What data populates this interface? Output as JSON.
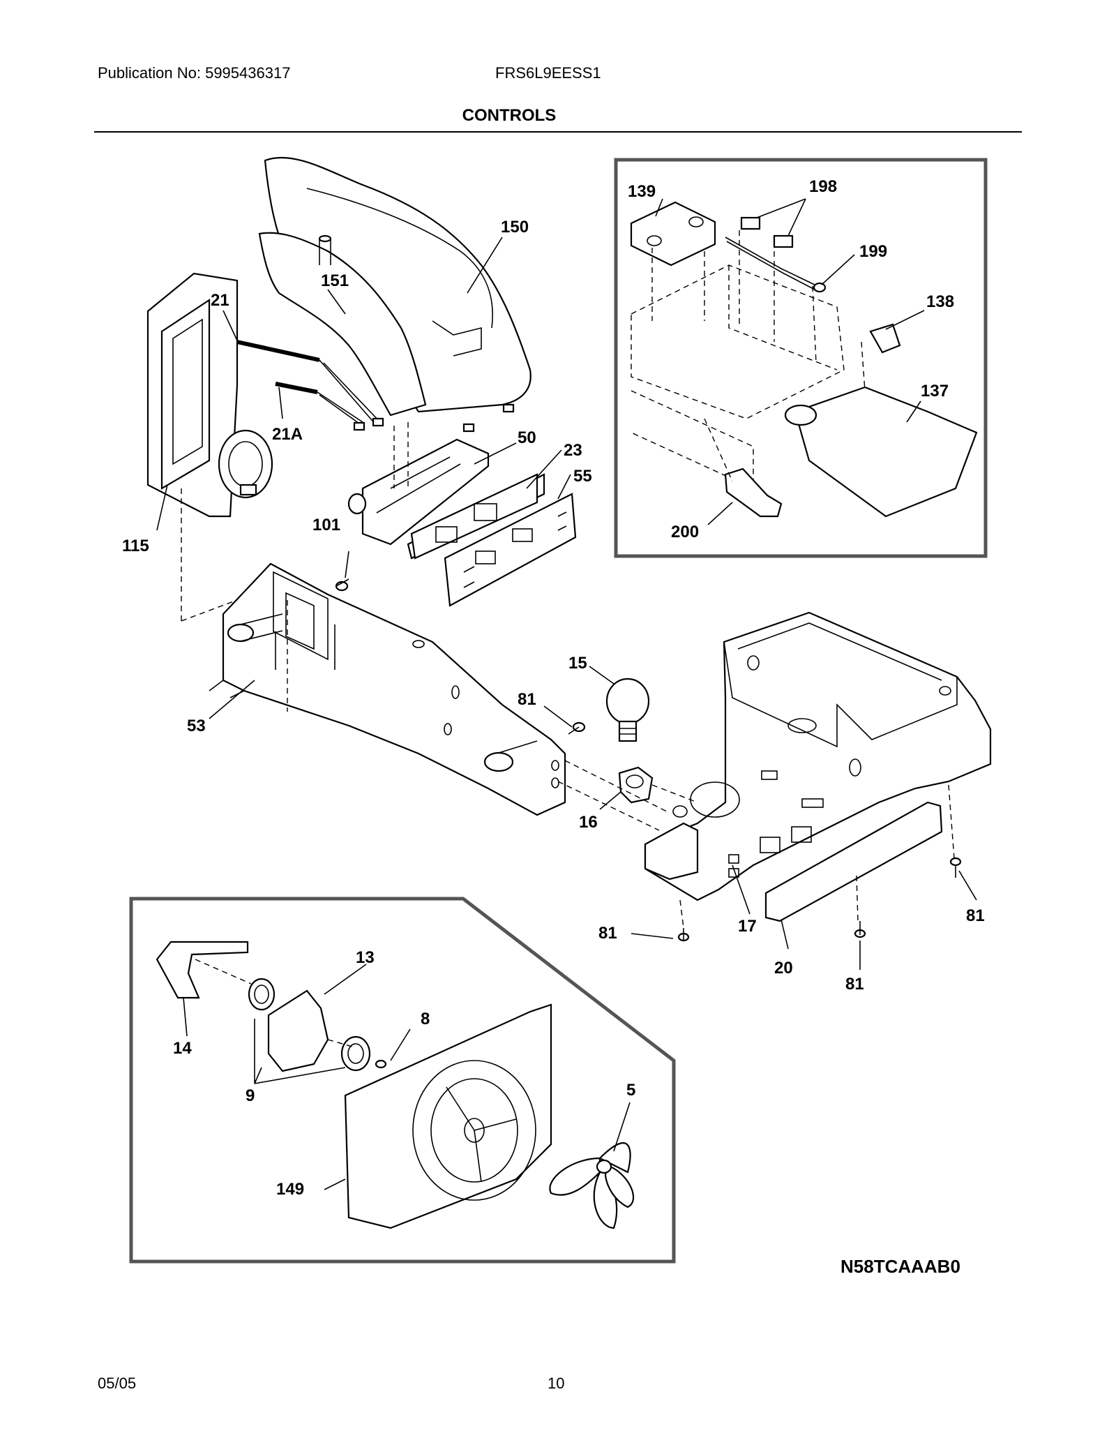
{
  "header": {
    "publication": "Publication No: 5995436317",
    "model": "FRS6L9EESS1",
    "title": "CONTROLS"
  },
  "callouts": {
    "c150": "150",
    "c151": "151",
    "c21": "21",
    "c21a": "21A",
    "c115": "115",
    "c50": "50",
    "c23": "23",
    "c55": "55",
    "c101": "101",
    "c53": "53",
    "c81a": "81",
    "c15": "15",
    "c16": "16",
    "c17": "17",
    "c20": "20",
    "c81b": "81",
    "c81c": "81",
    "c81d": "81",
    "c139": "139",
    "c198": "198",
    "c199": "199",
    "c138": "138",
    "c137": "137",
    "c200": "200",
    "c13": "13",
    "c14": "14",
    "c8": "8",
    "c9": "9",
    "c5": "5",
    "c149": "149"
  },
  "diagram_code": "N58TCAAAB0",
  "footer": {
    "date": "05/05",
    "page": "10"
  }
}
